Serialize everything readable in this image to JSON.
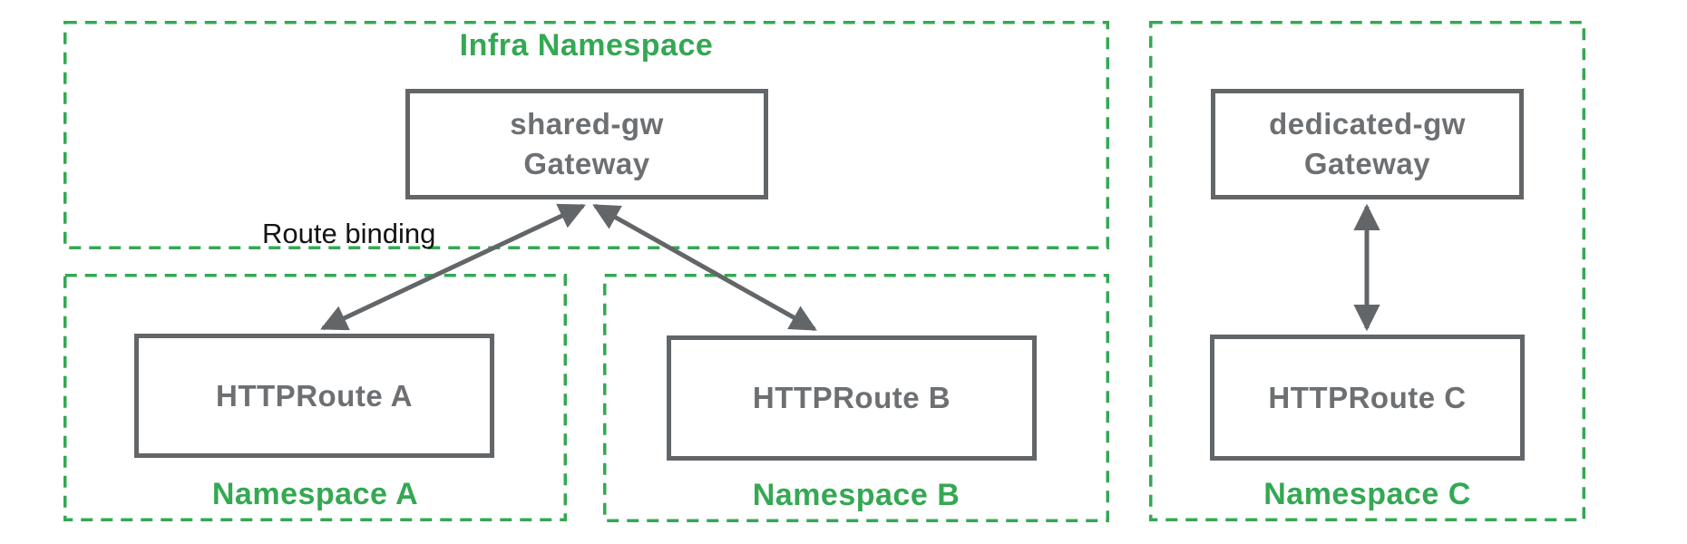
{
  "colors": {
    "namespace": "#34A853",
    "box_border": "#636669",
    "box_text": "#6d7073",
    "arrow": "#636669",
    "annotation": "#141414",
    "background": "#ffffff"
  },
  "namespaces": {
    "infra": {
      "label": "Infra Namespace"
    },
    "a": {
      "label": "Namespace A"
    },
    "b": {
      "label": "Namespace B"
    },
    "c": {
      "label": "Namespace C"
    }
  },
  "nodes": {
    "shared_gateway": {
      "name": "shared-gw",
      "kind": "Gateway"
    },
    "dedicated_gateway": {
      "name": "dedicated-gw",
      "kind": "Gateway"
    },
    "route_a": {
      "label": "HTTPRoute A"
    },
    "route_b": {
      "label": "HTTPRoute B"
    },
    "route_c": {
      "label": "HTTPRoute C"
    }
  },
  "annotations": {
    "route_binding": "Route binding"
  }
}
